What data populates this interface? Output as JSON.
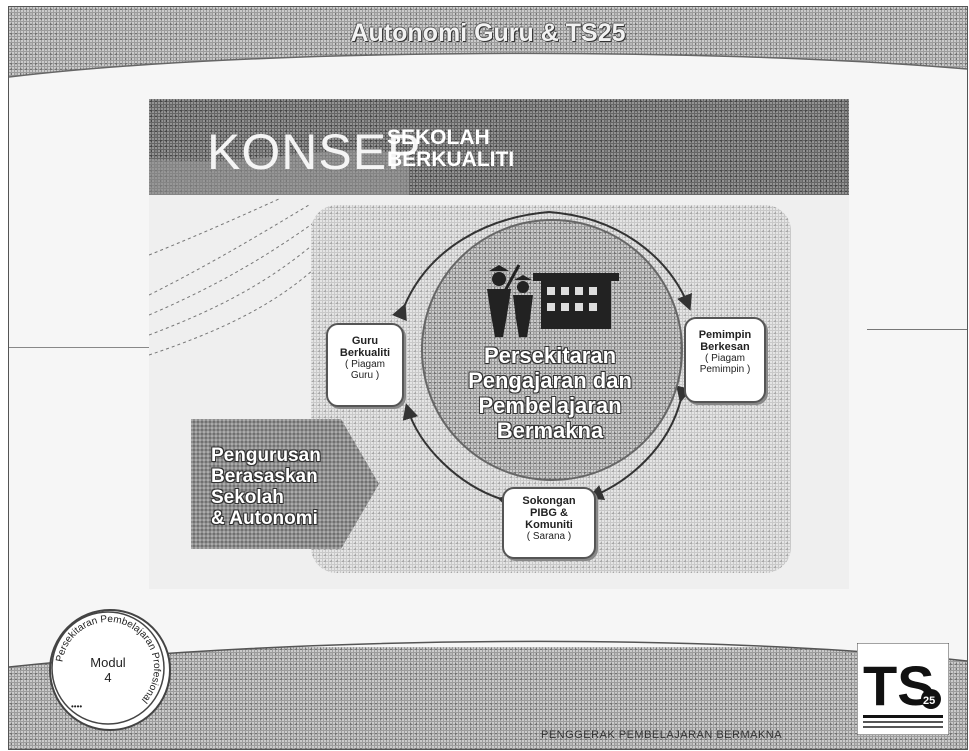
{
  "header": {
    "title": "Autonomi Guru & TS25"
  },
  "slide": {
    "konsep": "KONSEP",
    "sekolah_line1": "SEKOLAH",
    "sekolah_line2": "BERKUALITI",
    "center_lines": [
      "Persekitaran",
      "Pengajaran dan",
      "Pembelajaran",
      "Bermakna"
    ],
    "bubbles": {
      "guru": {
        "title_lines": [
          "Guru",
          "Berkualiti"
        ],
        "sub_lines": [
          "( Piagam",
          "Guru )"
        ]
      },
      "pemimpin": {
        "title_lines": [
          "Pemimpin",
          "Berkesan"
        ],
        "sub_lines": [
          "( Piagam",
          "Pemimpin )"
        ]
      },
      "sokongan": {
        "title_lines": [
          "Sokongan",
          "PIBG &",
          "Komuniti"
        ],
        "sub_lines": [
          "( Sarana )"
        ]
      }
    },
    "arrow_lines": [
      "Pengurusan",
      "Berasaskan",
      "Sekolah",
      "& Autonomi"
    ]
  },
  "badge": {
    "ring_text": "Persekitaran Pembelajaran Profesional",
    "dots": "••••",
    "label_line1": "Modul",
    "label_line2": "4"
  },
  "footer": {
    "text": "PENGGERAK PEMBELAJARAN BERMAKNA"
  },
  "logo": {
    "mark": "TS",
    "number": "25"
  }
}
